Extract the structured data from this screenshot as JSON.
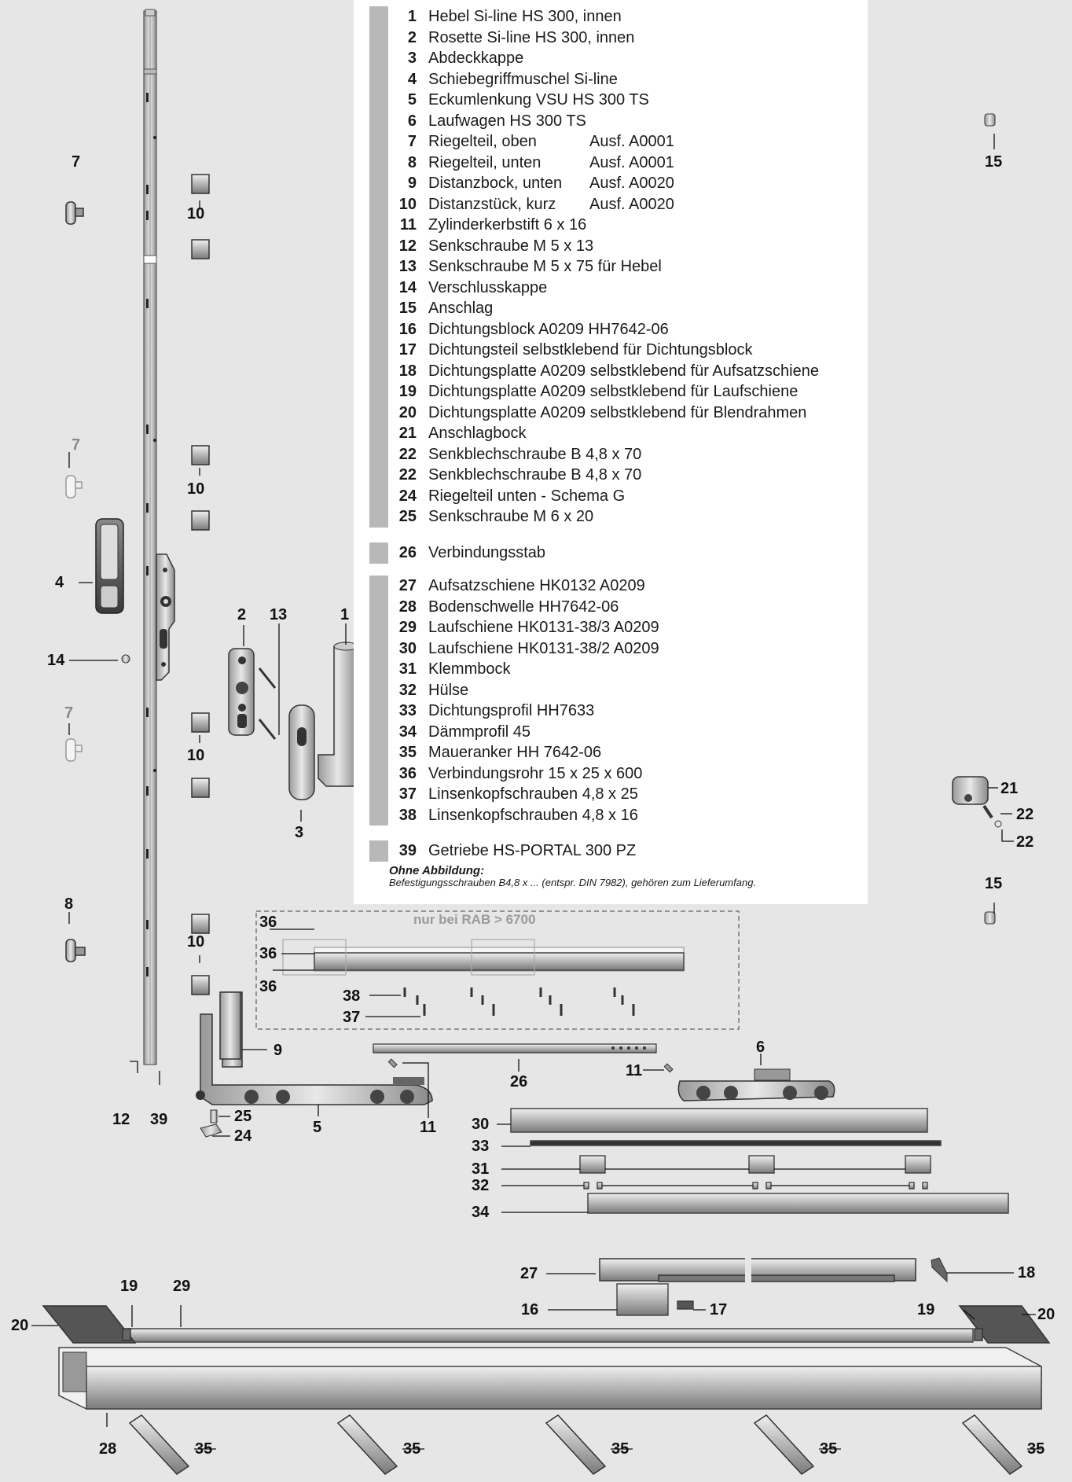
{
  "legend": {
    "group1": [
      {
        "num": "1",
        "text": "Hebel Si-line HS 300, innen"
      },
      {
        "num": "2",
        "text": "Rosette Si-line HS 300, innen"
      },
      {
        "num": "3",
        "text": "Abdeckkappe"
      },
      {
        "num": "4",
        "text": "Schiebegriffmuschel Si-line"
      },
      {
        "num": "5",
        "text": "Eckumlenkung VSU HS 300 TS"
      },
      {
        "num": "6",
        "text": "Laufwagen HS 300 TS"
      },
      {
        "num": "7",
        "text": "Riegelteil, oben",
        "variant": "Ausf. A0001"
      },
      {
        "num": "8",
        "text": "Riegelteil, unten",
        "variant": "Ausf. A0001"
      },
      {
        "num": "9",
        "text": "Distanzbock, unten",
        "variant": "Ausf. A0020"
      },
      {
        "num": "10",
        "text": "Distanzstück, kurz",
        "variant": "Ausf. A0020"
      },
      {
        "num": "11",
        "text": "Zylinderkerbstift 6 x 16"
      },
      {
        "num": "12",
        "text": "Senkschraube M 5 x 13"
      },
      {
        "num": "13",
        "text": "Senkschraube M 5 x 75 für Hebel"
      },
      {
        "num": "14",
        "text": "Verschlusskappe"
      },
      {
        "num": "15",
        "text": "Anschlag"
      },
      {
        "num": "16",
        "text": "Dichtungsblock A0209 HH7642-06"
      },
      {
        "num": "17",
        "text": "Dichtungsteil selbstklebend für Dichtungsblock"
      },
      {
        "num": "18",
        "text": "Dichtungsplatte A0209 selbstklebend für Aufsatzschiene"
      },
      {
        "num": "19",
        "text": "Dichtungsplatte A0209 selbstklebend für Laufschiene"
      },
      {
        "num": "20",
        "text": "Dichtungsplatte A0209 selbstklebend für Blendrahmen"
      },
      {
        "num": "21",
        "text": "Anschlagbock"
      },
      {
        "num": "22",
        "text": "Senkblechschraube B 4,8 x 70"
      },
      {
        "num": "22",
        "text": "Senkblechschraube B 4,8 x 70"
      },
      {
        "num": "24",
        "text": "Riegelteil unten - Schema G"
      },
      {
        "num": "25",
        "text": "Senkschraube M 6 x 20"
      }
    ],
    "group2": [
      {
        "num": "26",
        "text": "Verbindungsstab"
      }
    ],
    "group3": [
      {
        "num": "27",
        "text": "Aufsatzschiene HK0132 A0209"
      },
      {
        "num": "28",
        "text": "Bodenschwelle HH7642-06"
      },
      {
        "num": "29",
        "text": "Laufschiene HK0131-38/3 A0209"
      },
      {
        "num": "30",
        "text": "Laufschiene HK0131-38/2 A0209"
      },
      {
        "num": "31",
        "text": "Klemmbock"
      },
      {
        "num": "32",
        "text": "Hülse"
      },
      {
        "num": "33",
        "text": "Dichtungsprofil HH7633"
      },
      {
        "num": "34",
        "text": "Dämmprofil 45"
      },
      {
        "num": "35",
        "text": "Maueranker HH 7642-06"
      },
      {
        "num": "36",
        "text": "Verbindungsrohr 15 x 25 x 600"
      },
      {
        "num": "37",
        "text": "Linsenkopfschrauben 4,8 x 25"
      },
      {
        "num": "38",
        "text": "Linsenkopfschrauben 4,8 x 16"
      }
    ],
    "group4": [
      {
        "num": "39",
        "text": "Getriebe HS-PORTAL 300 PZ"
      }
    ],
    "note_title": "Ohne Abbildung:",
    "note_body": "Befestigungsschrauben B4,8 x ... (entspr. DIN 7982), gehören zum Lieferumfang."
  },
  "diagram": {
    "rab_box_label": "nur bei RAB > 6700",
    "callouts": {
      "c7a": "7",
      "c10a": "10",
      "c15a": "15",
      "c7b": "7",
      "c10b": "10",
      "c4": "4",
      "c2": "2",
      "c13": "13",
      "c1": "1",
      "c14": "14",
      "c7c": "7",
      "c10c": "10",
      "c3": "3",
      "c21": "21",
      "c22a": "22",
      "c22b": "22",
      "c15b": "15",
      "c8": "8",
      "c10d": "10",
      "c36a": "36",
      "c36b": "36",
      "c36c": "36",
      "c38": "38",
      "c37": "37",
      "c9": "9",
      "c6": "6",
      "c11a": "11",
      "c26": "26",
      "c12": "12",
      "c39": "39",
      "c25": "25",
      "c24": "24",
      "c5": "5",
      "c11b": "11",
      "c30": "30",
      "c33": "33",
      "c31": "31",
      "c32": "32",
      "c34": "34",
      "c27": "27",
      "c18": "18",
      "c16": "16",
      "c17": "17",
      "c19a": "19",
      "c29": "29",
      "c20a": "20",
      "c19b": "19",
      "c20b": "20",
      "c28": "28",
      "c35a": "35",
      "c35b": "35",
      "c35c": "35",
      "c35d": "35",
      "c35e": "35"
    }
  }
}
